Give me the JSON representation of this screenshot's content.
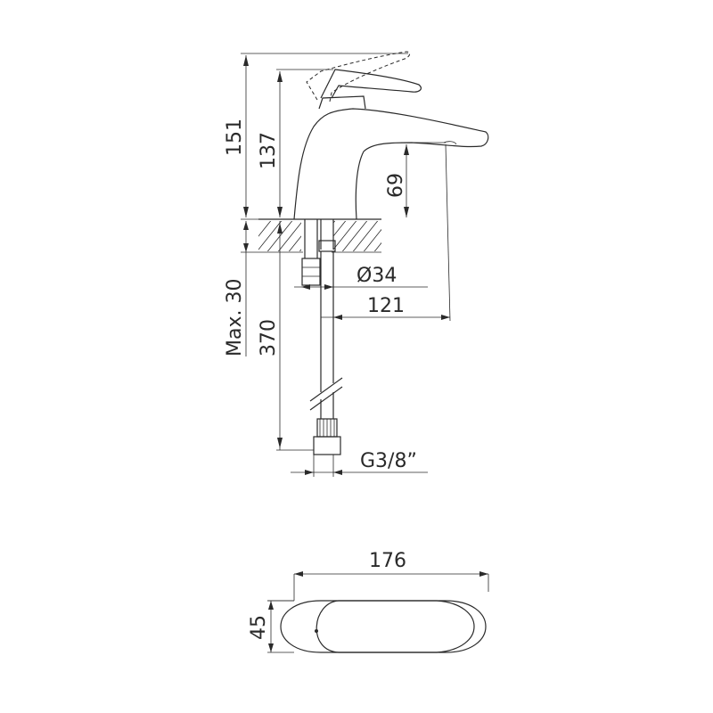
{
  "dimensions": {
    "height_total": "151",
    "height_spout": "137",
    "spout_clearance": "69",
    "hole_diameter": "Ø34",
    "reach": "121",
    "max_deck": "Max. 30",
    "hose_length": "370",
    "thread": "G3/8”",
    "top_length": "176",
    "top_width": "45"
  }
}
